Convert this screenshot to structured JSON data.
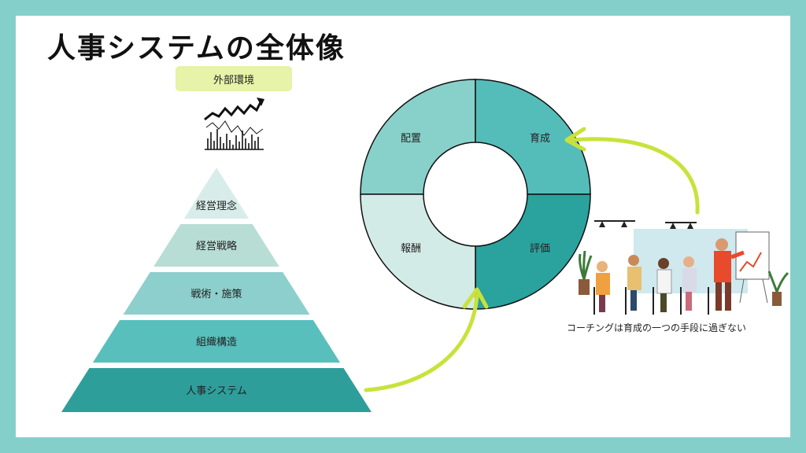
{
  "title": "人事システムの全体像",
  "external": {
    "label": "外部環境",
    "icon": "stock-chart-icon"
  },
  "pyramid": [
    {
      "label": "経営理念",
      "color": "#d8ede9"
    },
    {
      "label": "経営戦略",
      "color": "#b7ddd4"
    },
    {
      "label": "戦術・施策",
      "color": "#8dcfcc"
    },
    {
      "label": "組織構造",
      "color": "#58bfbd"
    },
    {
      "label": "人事システム",
      "color": "#2e9e9b"
    }
  ],
  "cycle": [
    {
      "label": "配置",
      "color": "#88d1ca"
    },
    {
      "label": "育成",
      "color": "#55bdb9"
    },
    {
      "label": "評価",
      "color": "#2aa29e"
    },
    {
      "label": "報酬",
      "color": "#d3ebe6"
    }
  ],
  "arrow_color": "#c9e23a",
  "caption": "コーチングは育成の一つの手段に過ぎない",
  "illustration": "training-seminar-illustration"
}
